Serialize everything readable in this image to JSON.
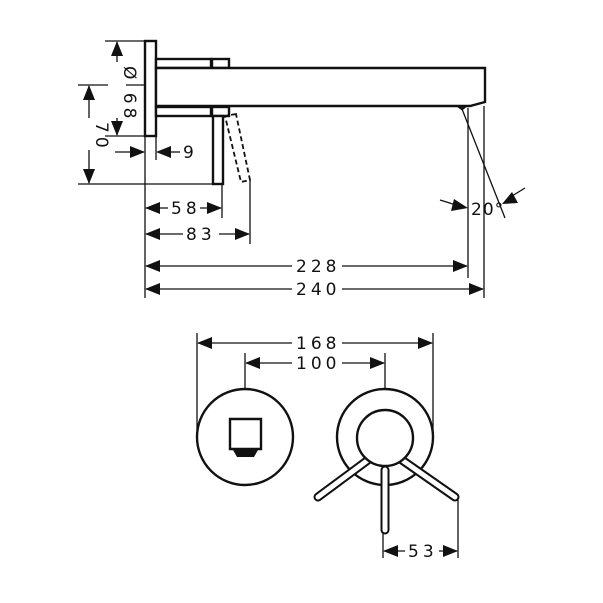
{
  "drawing": {
    "title": "Wall-mounted basin mixer dimension drawing",
    "stroke_color": "#111111",
    "background": "#ffffff"
  },
  "side_view": {
    "dims": {
      "plate_diameter": "Ø 68",
      "height_to_lever": "70",
      "plate_thickness": "9",
      "lever_offset": "58",
      "lever_tilted_offset": "83",
      "spout_outlet": "228",
      "spout_length": "240",
      "outlet_angle": "20°"
    }
  },
  "front_view": {
    "dims": {
      "overall_width": "168",
      "center_distance": "100",
      "lever_reach": "53"
    }
  }
}
